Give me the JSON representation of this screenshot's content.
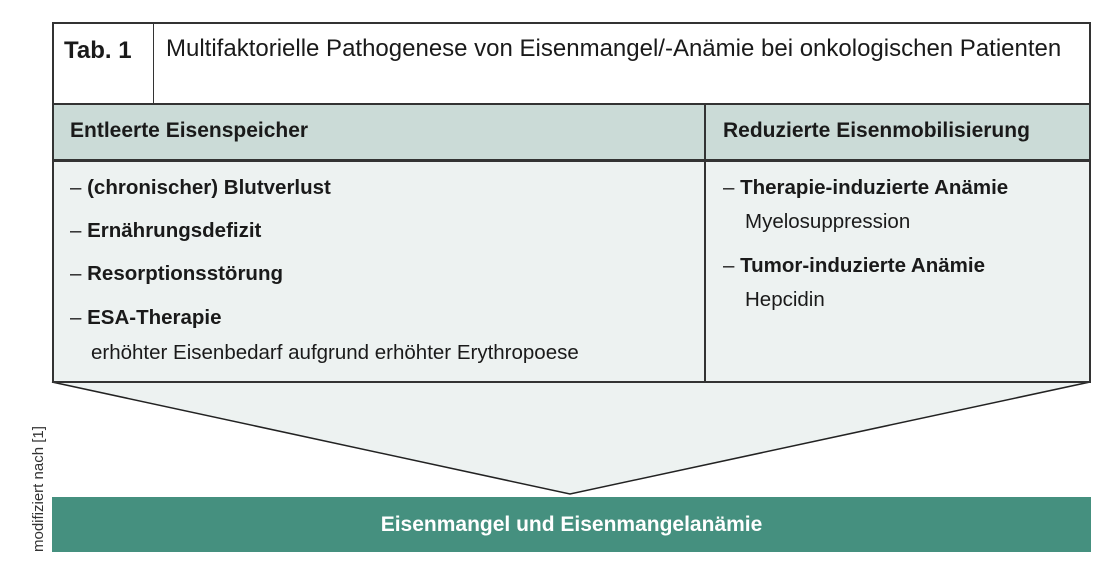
{
  "table_number": "Tab. 1",
  "title": "Multifaktorielle Pathogenese von Eisenmangel/-Anämie bei onkologischen Patienten",
  "columns": [
    {
      "header": "Entleerte Eisenspeicher",
      "items": [
        {
          "label": "(chronischer) Blutverlust"
        },
        {
          "label": "Ernährungsdefizit"
        },
        {
          "label": "Resorptionsstörung"
        },
        {
          "label": "ESA-Therapie",
          "detail": "erhöhter Eisenbedarf aufgrund erhöhter Erythropoese"
        }
      ]
    },
    {
      "header": "Reduzierte Eisenmobilisierung",
      "items": [
        {
          "label": "Therapie-induzierte Anämie",
          "detail": "Myelosuppression"
        },
        {
          "label": "Tumor-induzierte Anämie",
          "detail": "Hepcidin"
        }
      ]
    }
  ],
  "dash": "–",
  "result": "Eisenmangel und Eisenmangelanämie",
  "source_note": "modifiziert nach [1]",
  "colors": {
    "header_band": "#cbdbd7",
    "body": "#edf2f1",
    "result_bar": "#45907f"
  }
}
